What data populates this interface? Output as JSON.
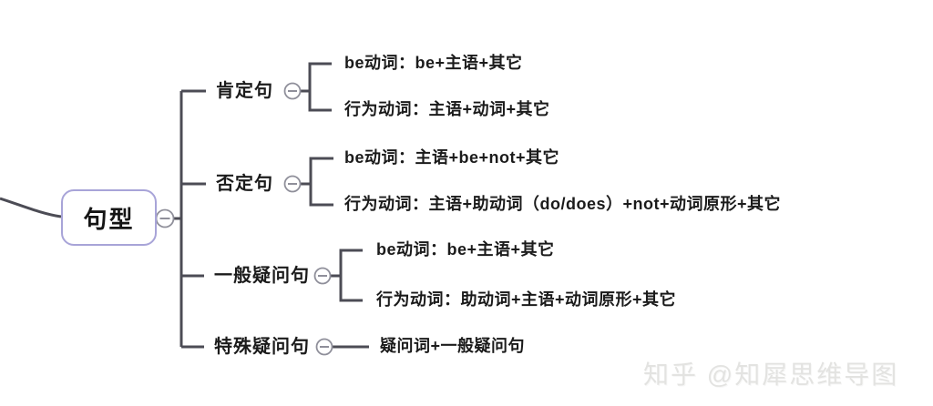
{
  "root": {
    "label": "句型"
  },
  "branches": [
    {
      "label": "肯定句",
      "children": [
        "be动词：be+主语+其它",
        "行为动词：主语+动词+其它"
      ]
    },
    {
      "label": "否定句",
      "children": [
        "be动词：主语+be+not+其它",
        "行为动词：主语+助动词（do/does）+not+动词原形+其它"
      ]
    },
    {
      "label": "一般疑问句",
      "children": [
        "be动词：be+主语+其它",
        "行为动词：助动词+主语+动词原形+其它"
      ]
    },
    {
      "label": "特殊疑问句",
      "children": [
        "疑问词+一般疑问句"
      ]
    }
  ],
  "watermark": {
    "text": "知乎 @知犀思维导图"
  },
  "icons": {
    "collapse": "minus-in-circle"
  },
  "colors": {
    "background": "#ffffff",
    "line": "#4c4c55",
    "collapse_circle": "#8f8f9a",
    "root_border": "#a8a4d8",
    "text": "#1b1b1b",
    "watermark": "#e3e3e1"
  }
}
